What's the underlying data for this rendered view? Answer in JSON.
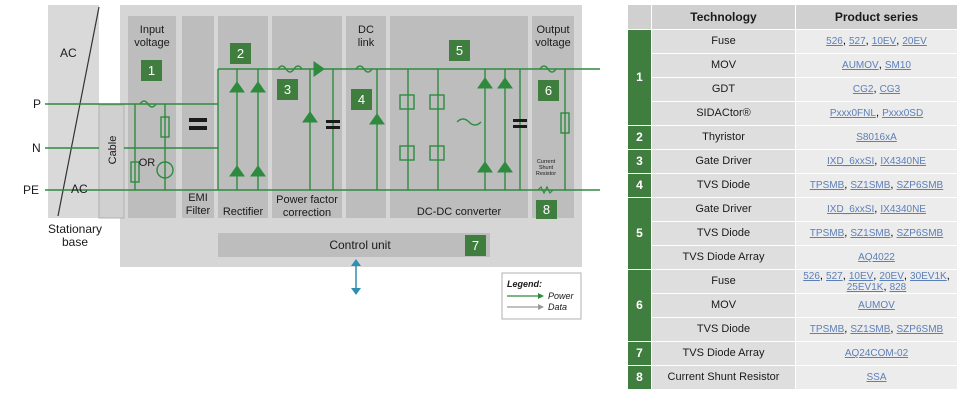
{
  "diagram": {
    "labels": {
      "ac_top": "AC",
      "ac_bottom": "AC",
      "p": "P",
      "n": "N",
      "pe": "PE",
      "stationary_base": "Stationary\nbase",
      "cable": "Cable",
      "input_voltage": "Input\nvoltage",
      "or": "OR",
      "emi_filter": "EMI\nFilter",
      "rectifier": "Rectifier",
      "pfc": "Power factor\ncorrection",
      "dc_link": "DC\nlink",
      "dcdc": "DC-DC converter",
      "output_voltage": "Output\nvoltage",
      "current_shunt": "Current\nShunt\nResistor",
      "control_unit": "Control unit",
      "legend_title": "Legend:",
      "legend_power": "Power",
      "legend_data": "Data"
    },
    "numbers": [
      "1",
      "2",
      "3",
      "4",
      "5",
      "6",
      "7",
      "8"
    ]
  },
  "table": {
    "headers": [
      "Technology",
      "Product series"
    ],
    "groups": [
      {
        "num": "1",
        "rows": [
          {
            "tech": "Fuse",
            "links": [
              "526",
              "527",
              "10EV",
              "20EV"
            ]
          },
          {
            "tech": "MOV",
            "links": [
              "AUMOV",
              "SM10"
            ]
          },
          {
            "tech": "GDT",
            "links": [
              "CG2",
              "CG3"
            ]
          },
          {
            "tech": "SIDACtor®",
            "links": [
              "Pxxx0FNL",
              "Pxxx0SD"
            ]
          }
        ]
      },
      {
        "num": "2",
        "rows": [
          {
            "tech": "Thyristor",
            "links": [
              "S8016xA"
            ]
          }
        ]
      },
      {
        "num": "3",
        "rows": [
          {
            "tech": "Gate Driver",
            "links": [
              "IXD_6xxSI",
              "IX4340NE"
            ]
          }
        ]
      },
      {
        "num": "4",
        "rows": [
          {
            "tech": "TVS Diode",
            "links": [
              "TPSMB",
              "SZ1SMB",
              "SZP6SMB"
            ]
          }
        ]
      },
      {
        "num": "5",
        "rows": [
          {
            "tech": "Gate Driver",
            "links": [
              "IXD_6xxSI",
              "IX4340NE"
            ]
          },
          {
            "tech": "TVS Diode",
            "links": [
              "TPSMB",
              "SZ1SMB",
              "SZP6SMB"
            ]
          },
          {
            "tech": "TVS Diode Array",
            "links": [
              "AQ4022"
            ]
          }
        ]
      },
      {
        "num": "6",
        "rows": [
          {
            "tech": "Fuse",
            "links": [
              "526",
              "527",
              "10EV",
              "20EV",
              "30EV1K",
              "25EV1K",
              "828"
            ]
          },
          {
            "tech": "MOV",
            "links": [
              "AUMOV"
            ]
          },
          {
            "tech": "TVS Diode",
            "links": [
              "TPSMB",
              "SZ1SMB",
              "SZP6SMB"
            ]
          }
        ]
      },
      {
        "num": "7",
        "rows": [
          {
            "tech": "TVS Diode Array",
            "links": [
              "AQ24COM-02"
            ]
          }
        ]
      },
      {
        "num": "8",
        "rows": [
          {
            "tech": "Current Shunt Resistor",
            "links": [
              "SSA"
            ]
          }
        ]
      }
    ]
  },
  "colors": {
    "green": "#3f7e3f",
    "line": "#2e8b3e",
    "link": "#5b7fb8",
    "arrow": "#2e8fb0"
  }
}
